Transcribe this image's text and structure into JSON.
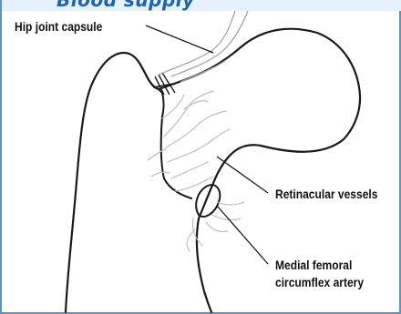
{
  "header": {
    "heading_fragment": "Blood supply"
  },
  "labels": {
    "hip_joint_capsule": "Hip joint capsule",
    "retinacular_vessels": "Retinacular vessels",
    "medial_femoral_line1": "Medial femoral",
    "medial_femoral_line2": "circumflex artery"
  },
  "colors": {
    "frame_border": "#5b93c8",
    "heading": "#1f62ad",
    "top_band": "#e6f2fb",
    "outline": "#1a1a1a",
    "vessels": "#b8b8b8"
  }
}
